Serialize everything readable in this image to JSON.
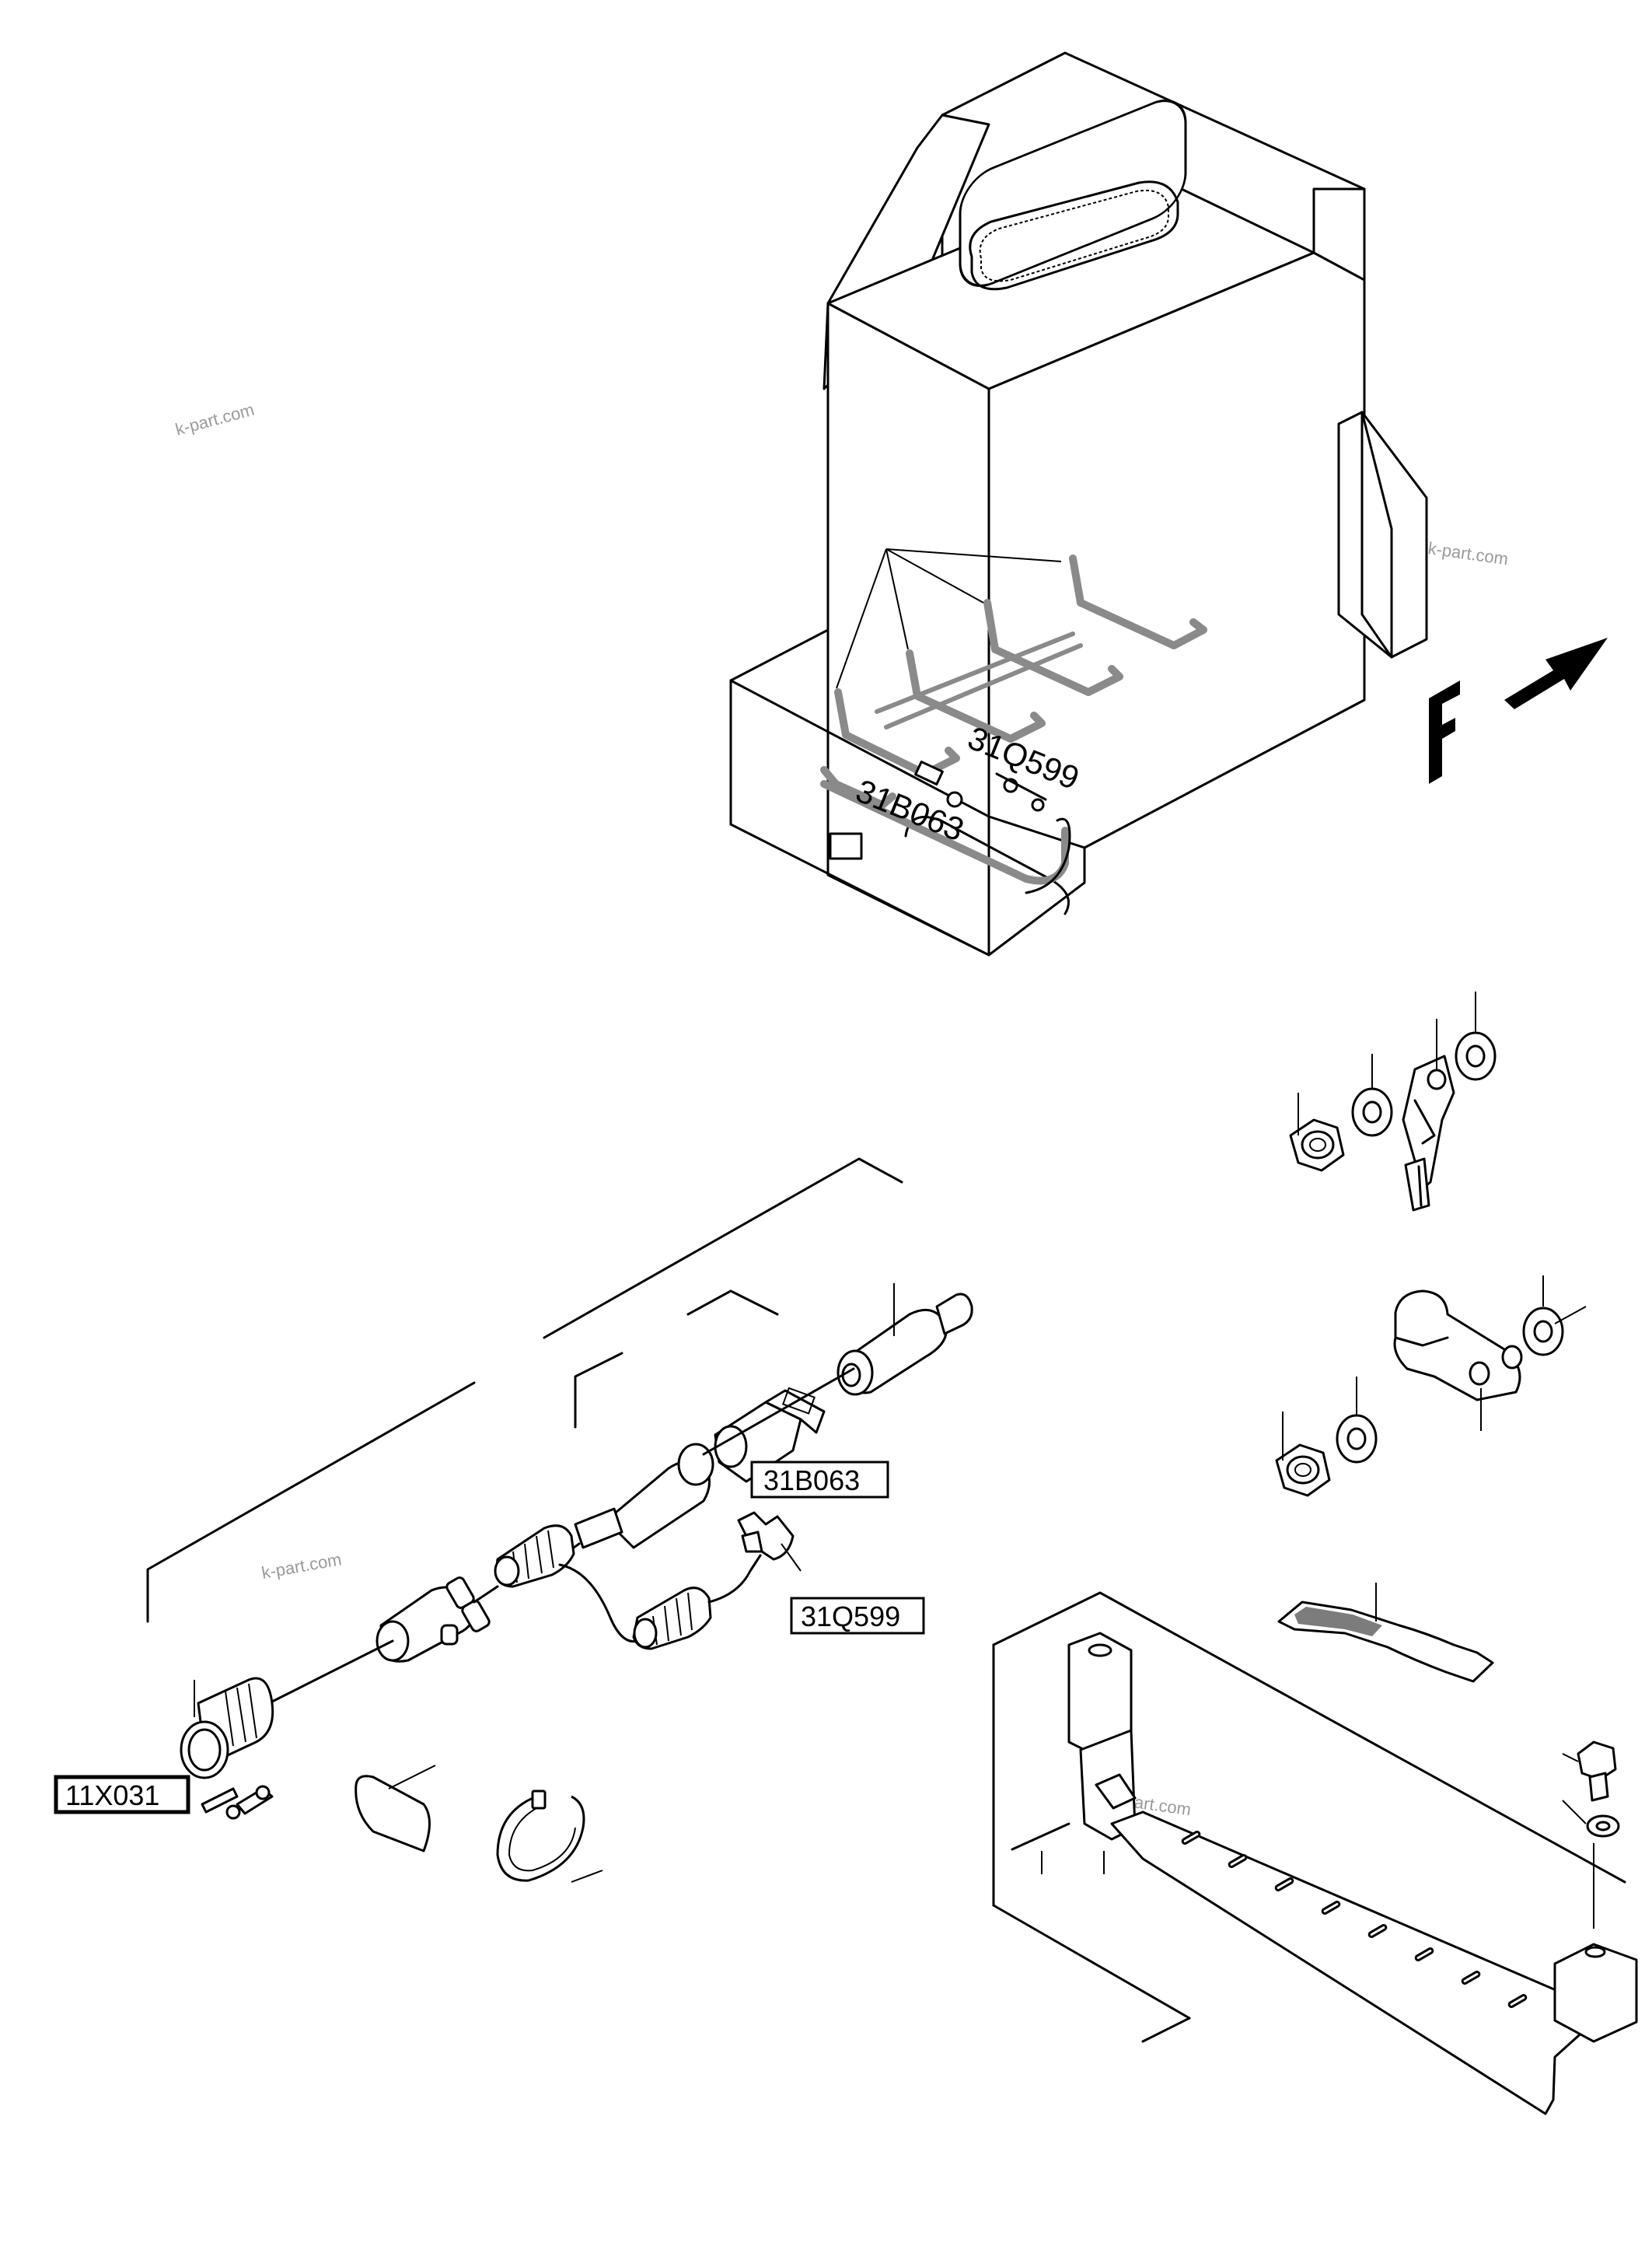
{
  "watermark": "k-part.com",
  "direction_marker": {
    "letter": "F",
    "icon": "forward-arrow-icon"
  },
  "labels": {
    "sensor_tank": "31B063",
    "switch_tank": "31Q599",
    "sensor_box": "31B063",
    "switch_box": "31Q599",
    "connector_box": "11X031"
  }
}
